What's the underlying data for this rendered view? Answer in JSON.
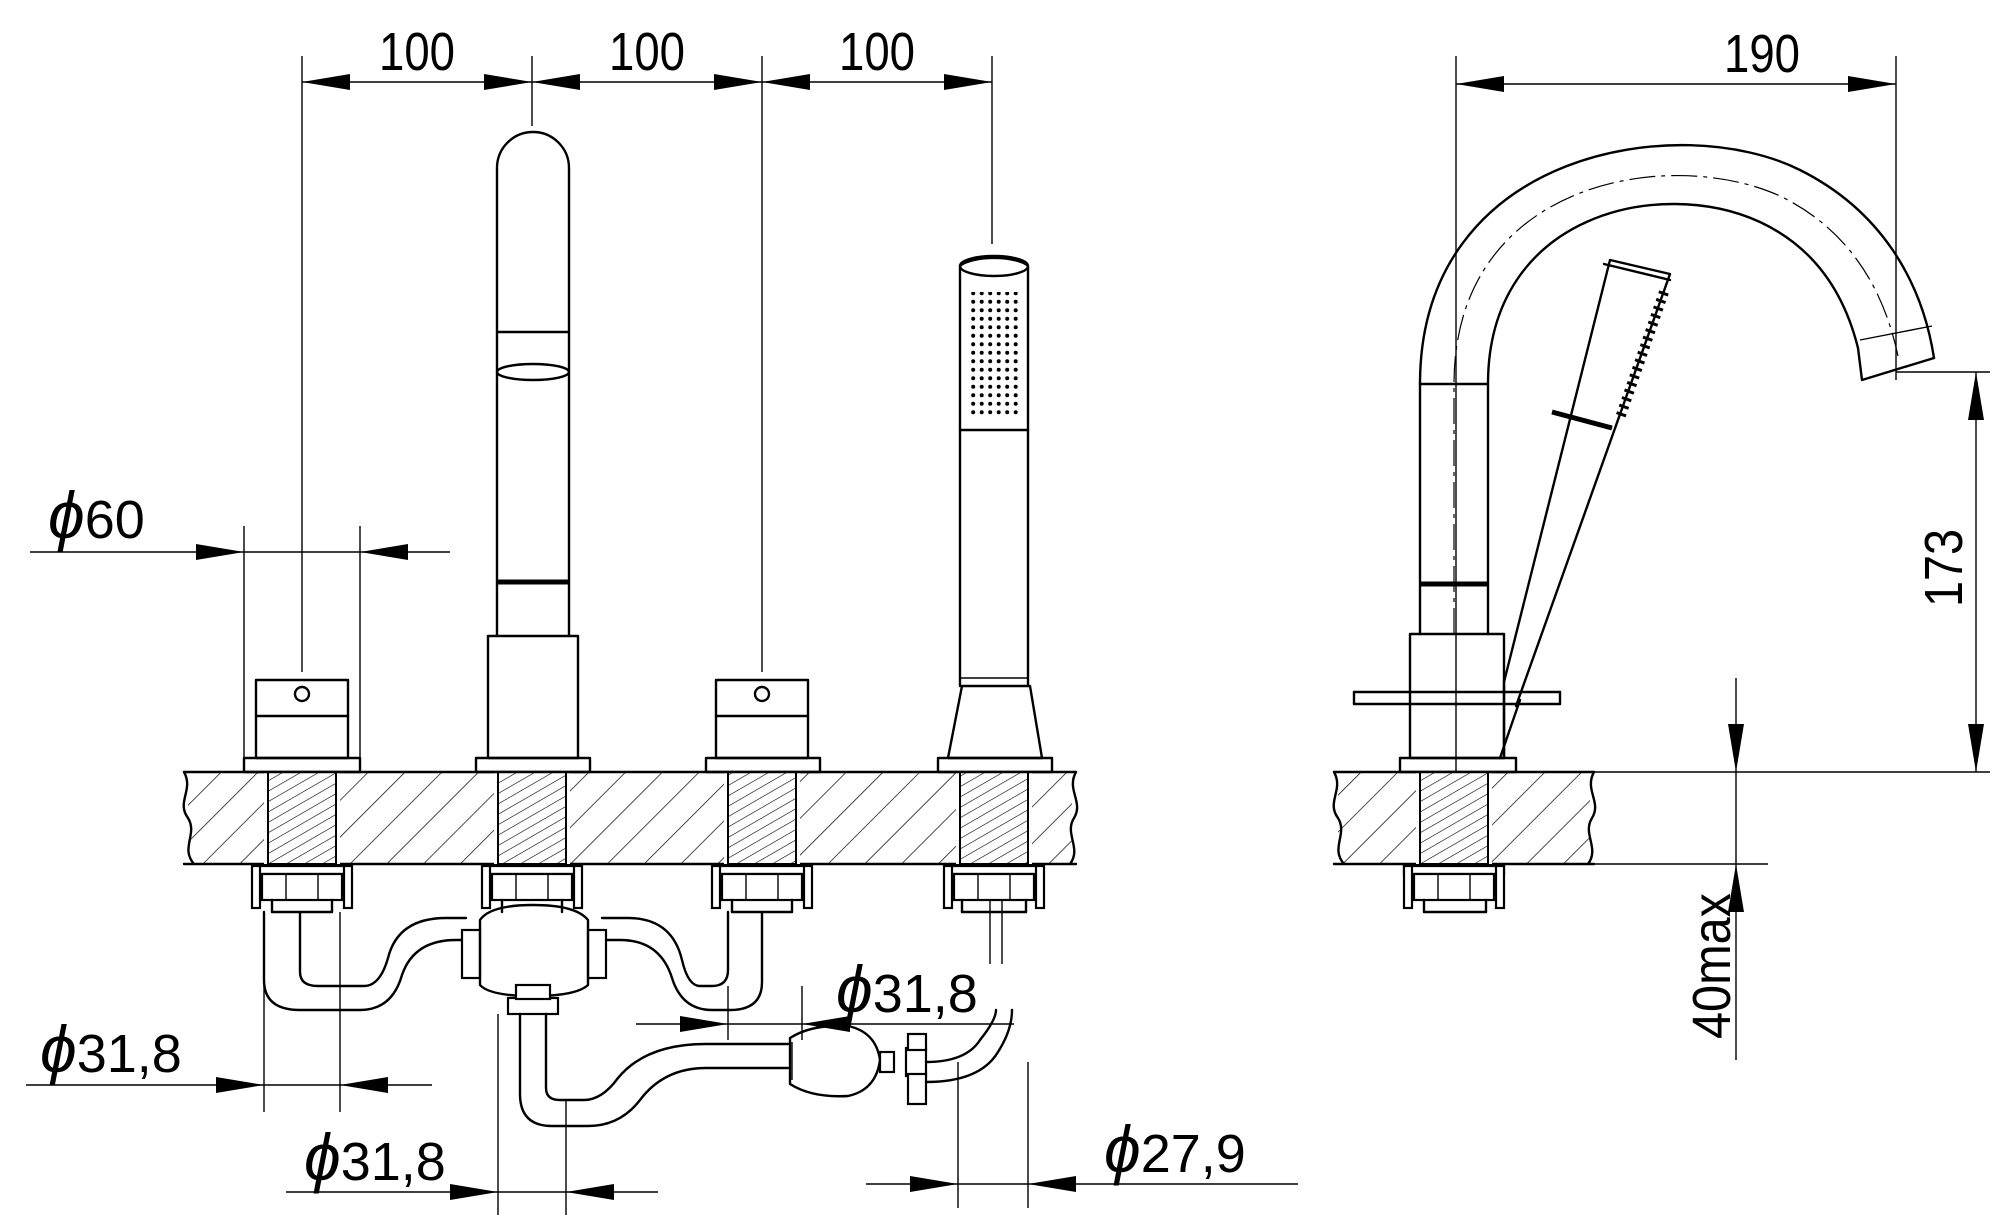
{
  "dimensions": {
    "spacing_1": "100",
    "spacing_2": "100",
    "spacing_3": "100",
    "side_width": "190",
    "height": "173",
    "deck_thickness": "40max"
  },
  "diameters": {
    "base_rosette": {
      "symbol": "ϕ",
      "value": "60"
    },
    "left_pipe": {
      "symbol": "ϕ",
      "value": "31,8"
    },
    "center_pipe": {
      "symbol": "ϕ",
      "value": "31,8"
    },
    "right_pipe": {
      "symbol": "ϕ",
      "value": "31,8"
    },
    "shower_hose": {
      "symbol": "ϕ",
      "value": "27,9"
    }
  }
}
